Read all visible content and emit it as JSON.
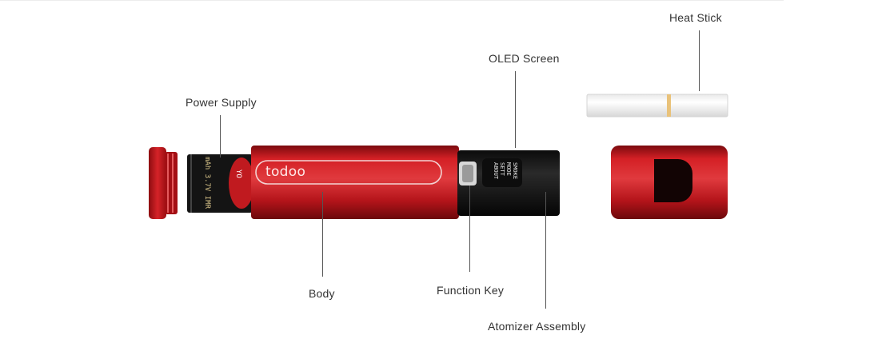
{
  "labels": {
    "heat_stick": "Heat Stick",
    "oled_screen": "OLED Screen",
    "power_supply": "Power Supply",
    "body": "Body",
    "function_key": "Function Key",
    "atomizer_assembly": "Atomizer Assembly"
  },
  "product": {
    "brand": "todoo",
    "battery_print": "mAh 3.7V IMR",
    "battery_print_2": "YO",
    "screen_lines": [
      "SMOKE",
      "MODE",
      "SETT",
      "ABOUT"
    ]
  },
  "colors": {
    "body_red": "#c4161c",
    "dark_red": "#8e0c10",
    "atomizer_black": "#1c1c1c",
    "leader": "#555555"
  }
}
